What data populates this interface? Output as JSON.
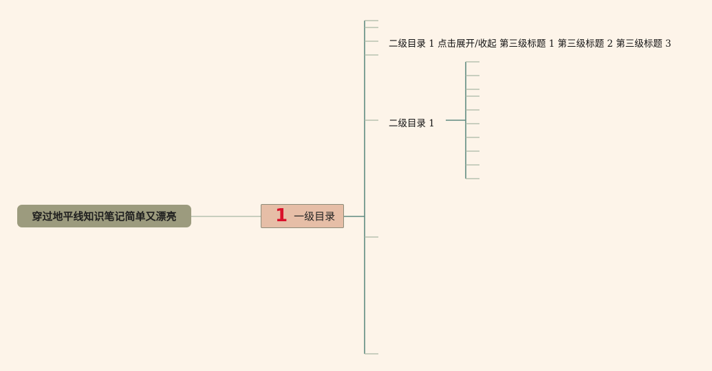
{
  "mindmap": {
    "root": {
      "label": "穿过地平线知识笔记简单又漂亮"
    },
    "level1": {
      "number": "1",
      "label": "一级目录"
    },
    "level2": [
      {
        "label": "二级目录 1 点击展开/收起 第三级标题 1 第三级标题 2 第三级标题 3"
      },
      {
        "label": "二级目录 1"
      }
    ]
  },
  "colors": {
    "background": "#fdf4e9",
    "root_fill": "#9c9b7e",
    "level1_fill": "#e6bea7",
    "level1_number": "#d9112b",
    "trunk_line": "#5e8a80",
    "branch_line": "#a9b8a5"
  }
}
